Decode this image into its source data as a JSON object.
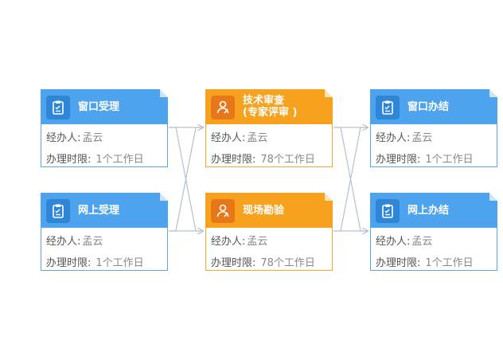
{
  "colors": {
    "blue": "#4da3ee",
    "orange": "#f7a21e",
    "connector": "#b8c4cf"
  },
  "labels": {
    "handler": "经办人:",
    "time_limit": "办理时限:"
  },
  "nodes": [
    {
      "id": "window-accept",
      "title": "窗口受理",
      "icon": "clipboard-icon",
      "handler": "孟云",
      "time_limit": "1个工作日",
      "color": "blue"
    },
    {
      "id": "online-accept",
      "title": "网上受理",
      "icon": "clipboard-icon",
      "handler": "孟云",
      "time_limit": "1个工作日",
      "color": "blue"
    },
    {
      "id": "tech-review",
      "title": "技术审查\n(专家评审 )",
      "icon": "reviewer-icon",
      "handler": "孟云",
      "time_limit": "78个工作日",
      "color": "orange"
    },
    {
      "id": "site-survey",
      "title": "现场勘验",
      "icon": "reviewer-icon",
      "handler": "孟云",
      "time_limit": "78个工作日",
      "color": "orange"
    },
    {
      "id": "window-finish",
      "title": "窗口办结",
      "icon": "clipboard-icon",
      "handler": "孟云",
      "time_limit": "1个工作日",
      "color": "blue"
    },
    {
      "id": "online-finish",
      "title": "网上办结",
      "icon": "clipboard-icon",
      "handler": "孟云",
      "time_limit": "1个工作日",
      "color": "blue"
    }
  ]
}
